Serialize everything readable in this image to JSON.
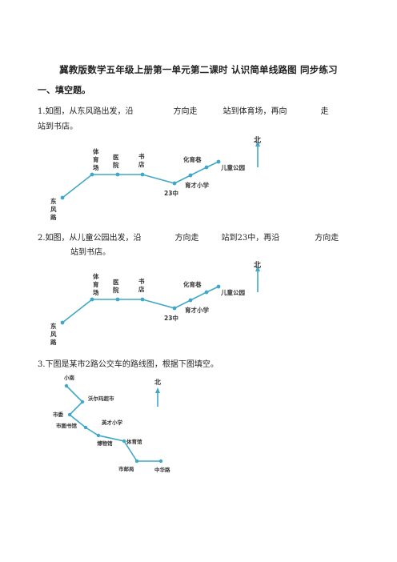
{
  "title": "冀教版数学五年级上册第一单元第二课时  认识简单线路图    同步练习",
  "section_heading": "一、填空题。",
  "q1": {
    "part1": "1.如图，从东风路出发，沿",
    "part2": "方向走",
    "part3": "站到体育场，再向",
    "part4": "走",
    "line2": "站到书店。"
  },
  "q2": {
    "part1": "2.如图，从儿童公园出发，沿",
    "part2": "方向走",
    "part3": "站到23中，再沿",
    "part4": "方向走",
    "line2": "站到书店。"
  },
  "q3": {
    "text": "3.下图是某市2路公交车的路线图，根据下图填空。"
  },
  "map1": {
    "north": "北",
    "stops": {
      "dongfeng": [
        "东",
        "风",
        "路"
      ],
      "tiyuchang": [
        "体",
        "育",
        "场"
      ],
      "yiyuan": [
        "医",
        "院"
      ],
      "shudian": [
        "书",
        "店"
      ],
      "s23": "23中",
      "yucai": "育才小学",
      "huayu": "化育巷",
      "ertong": "儿童公园"
    }
  },
  "map3": {
    "north": "北",
    "stops": {
      "xiaonan": "小南",
      "woerma": "沃尔玛超市",
      "shiwei": "市委",
      "shitushu": "市图书馆",
      "yingcai": "英才小学",
      "bowuguan": "博物馆",
      "tiyuguan": "体育馆",
      "youzheng": "市邮局",
      "zhonghua": "中华路"
    }
  },
  "colors": {
    "line": "#3fa8c6",
    "label": "#333333"
  }
}
